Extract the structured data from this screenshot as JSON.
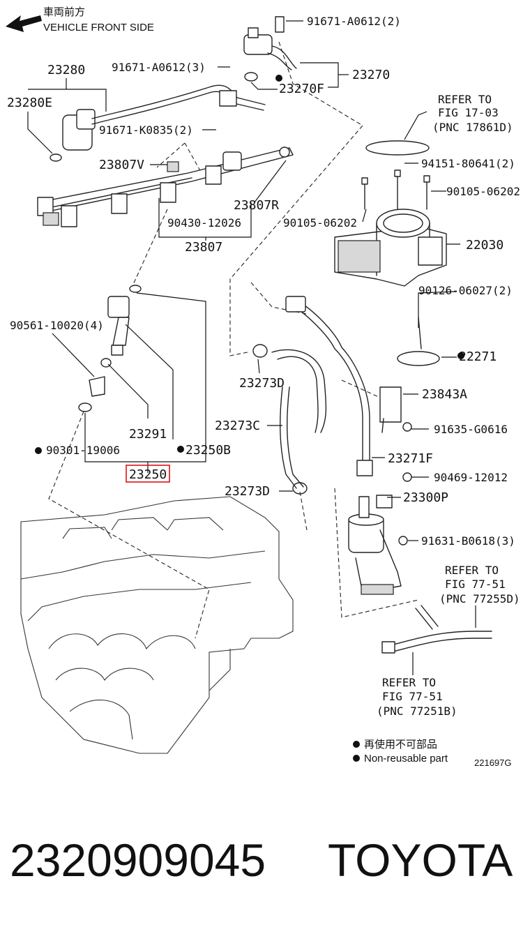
{
  "header": {
    "front_jp": "車両前方",
    "front_en": "VEHICLE FRONT SIDE"
  },
  "labels": {
    "p_91671_a0612_2": "91671-A0612(2)",
    "p_23270": "23270",
    "p_23280": "23280",
    "p_91671_a0612_3": "91671-A0612(3)",
    "p_23270f": "23270F",
    "p_23280e": "23280E",
    "p_91671_k0835_2": "91671-K0835(2)",
    "p_23807v": "23807V",
    "p_94151_80641_2": "94151-80641(2)",
    "p_90105_06202_a": "90105-06202",
    "p_23807r": "23807R",
    "p_90105_06202_b": "90105-06202",
    "p_90430_12026": "90430-12026",
    "p_22030": "22030",
    "p_23807": "23807",
    "p_90126_06027_2": "90126-06027(2)",
    "p_90561_10020_4": "90561-10020(4)",
    "p_22271": "22271",
    "p_23273d_a": "23273D",
    "p_23843a": "23843A",
    "p_23273c": "23273C",
    "p_91635_g0616": "91635-G0616",
    "p_23291": "23291",
    "p_90301_19006": "90301-19006",
    "p_23250b": "23250B",
    "p_23271f": "23271F",
    "p_23250": "23250",
    "p_90469_12012": "90469-12012",
    "p_23273d_b": "23273D",
    "p_23300p": "23300P",
    "p_91631_b0618_3": "91631-B0618(3)"
  },
  "refs": {
    "ref_17861d": [
      "REFER TO",
      "FIG 17-03",
      "(PNC 17861D)"
    ],
    "ref_77255d": [
      "REFER TO",
      "FIG 77-51",
      "(PNC 77255D)"
    ],
    "ref_77251b": [
      "REFER TO",
      "FIG 77-51",
      "(PNC 77251B)"
    ]
  },
  "legend": {
    "non_reusable_jp": "再使用不可部品",
    "non_reusable_en": "Non-reusable part",
    "figure_code": "221697G"
  },
  "footer": {
    "part_number": "2320909045",
    "brand": "TOYOTA"
  },
  "highlight": {
    "part": "23250",
    "color": "#d11111"
  },
  "non_reusable_parts": [
    "23270F",
    "90301-19006",
    "23250B",
    "22271"
  ]
}
